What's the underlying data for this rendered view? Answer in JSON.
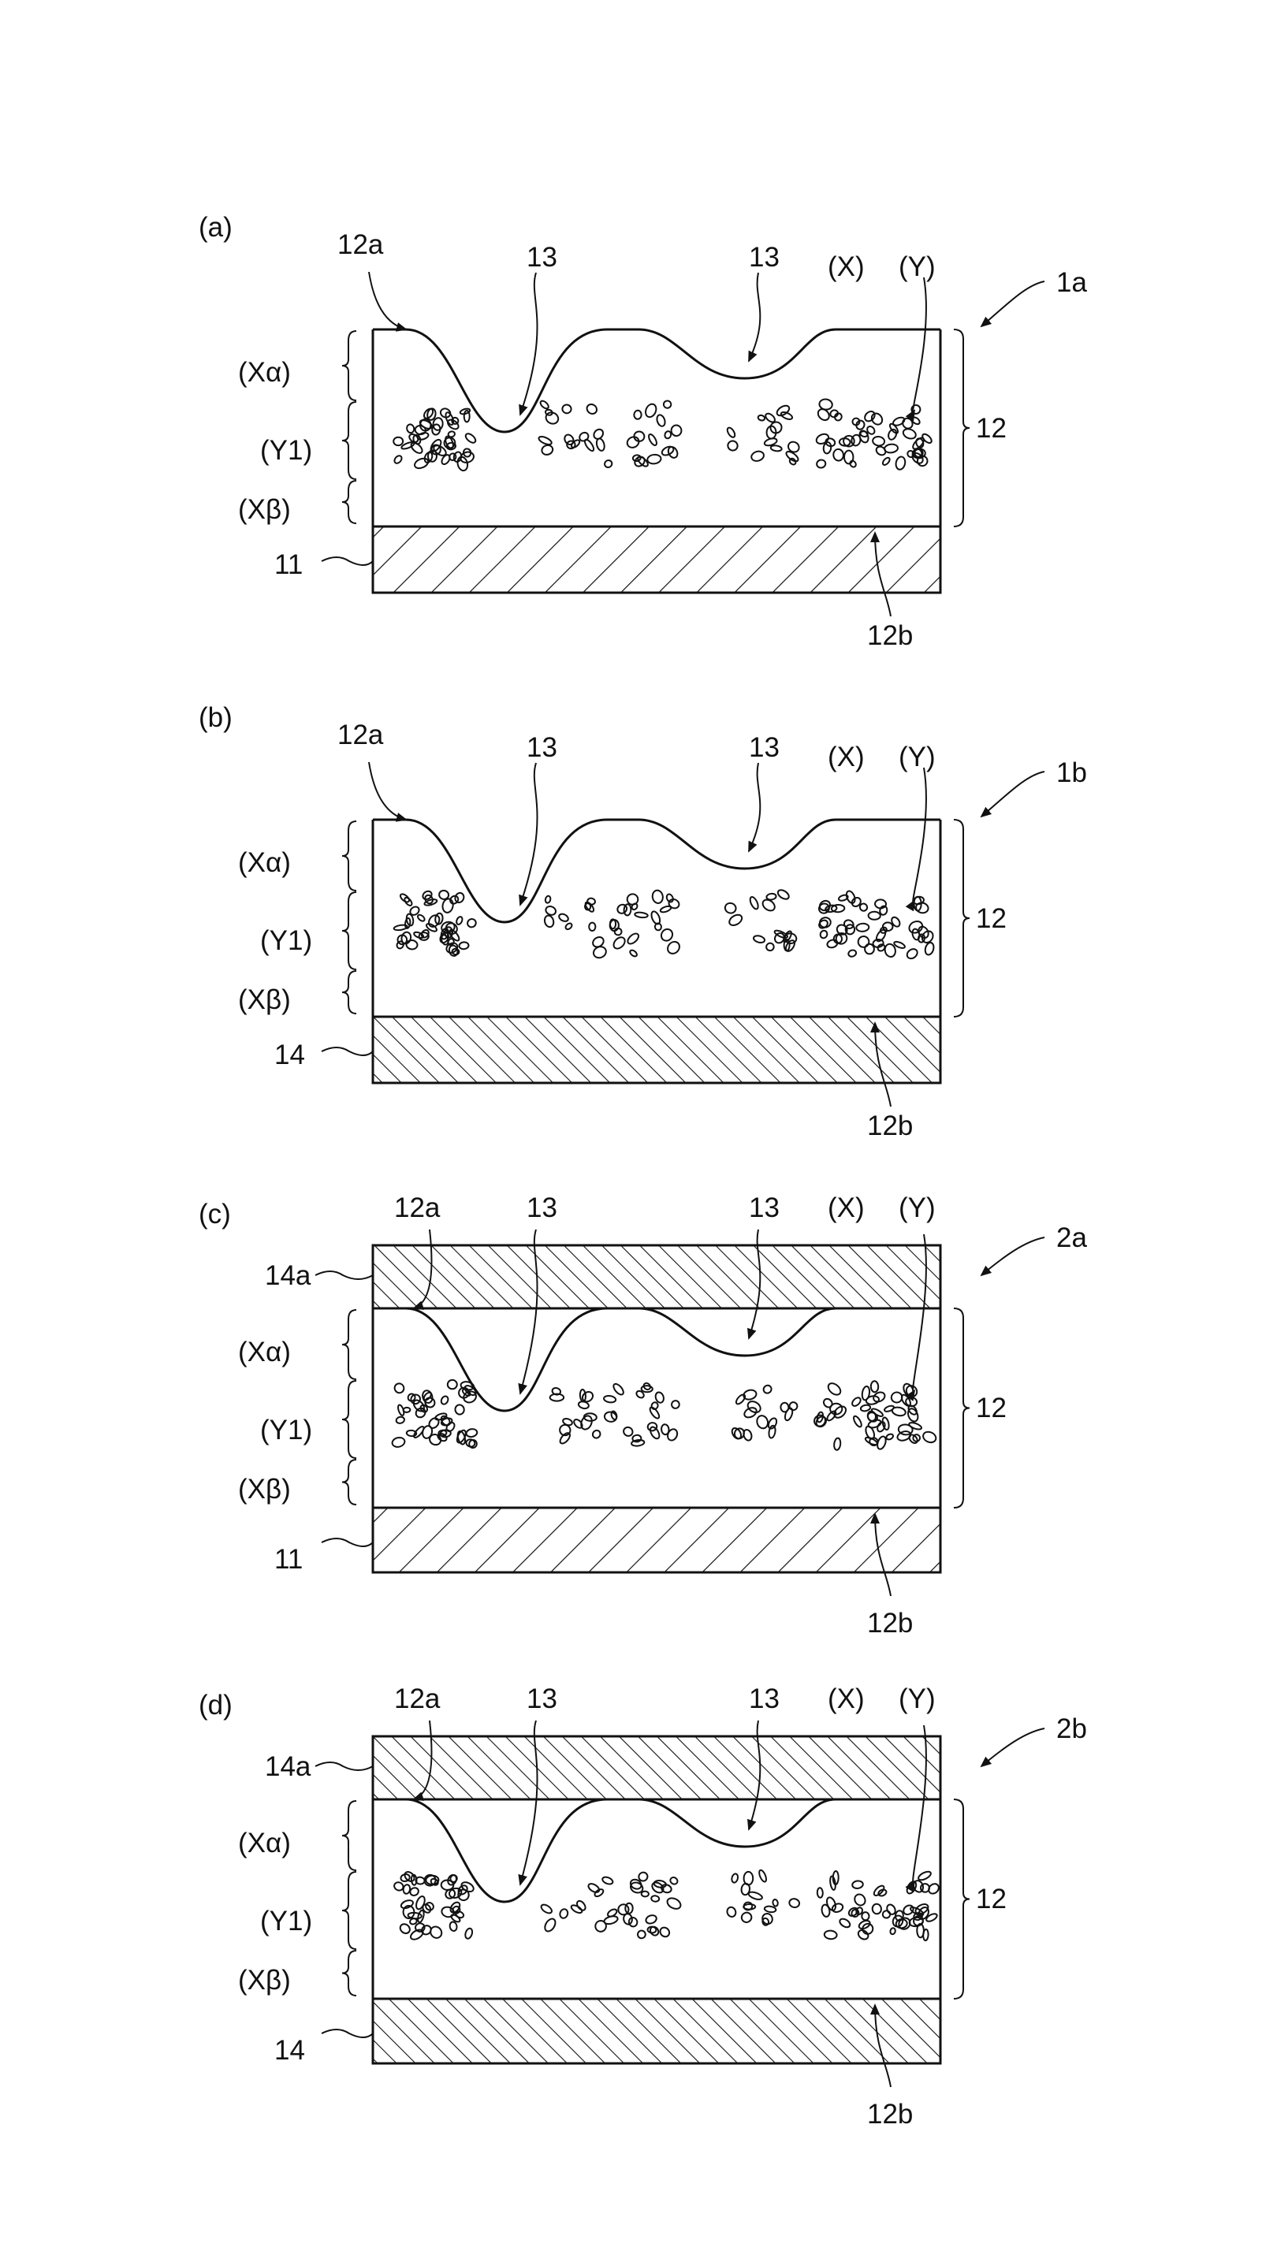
{
  "panels": [
    {
      "id": "a",
      "panel_label": "(a)",
      "surface_label": "12a",
      "recess_label_1": "13",
      "recess_label_2": "13",
      "x_label": "(X)",
      "y_label": "(Y)",
      "figure_ref": "1a",
      "layer_label": "12",
      "x_alpha": "(Xα)",
      "y1": "(Y1)",
      "x_beta": "(Xβ)",
      "interface_label": "12b",
      "top_sheet": null,
      "bottom_sheet": {
        "label": "11",
        "hatch": "coarse"
      }
    },
    {
      "id": "b",
      "panel_label": "(b)",
      "surface_label": "12a",
      "recess_label_1": "13",
      "recess_label_2": "13",
      "x_label": "(X)",
      "y_label": "(Y)",
      "figure_ref": "1b",
      "layer_label": "12",
      "x_alpha": "(Xα)",
      "y1": "(Y1)",
      "x_beta": "(Xβ)",
      "interface_label": "12b",
      "top_sheet": null,
      "bottom_sheet": {
        "label": "14",
        "hatch": "fine"
      }
    },
    {
      "id": "c",
      "panel_label": "(c)",
      "surface_label": "12a",
      "recess_label_1": "13",
      "recess_label_2": "13",
      "x_label": "(X)",
      "y_label": "(Y)",
      "figure_ref": "2a",
      "layer_label": "12",
      "x_alpha": "(Xα)",
      "y1": "(Y1)",
      "x_beta": "(Xβ)",
      "interface_label": "12b",
      "top_sheet": {
        "label": "14a",
        "hatch": "fine"
      },
      "bottom_sheet": {
        "label": "11",
        "hatch": "coarse"
      }
    },
    {
      "id": "d",
      "panel_label": "(d)",
      "surface_label": "12a",
      "recess_label_1": "13",
      "recess_label_2": "13",
      "x_label": "(X)",
      "y_label": "(Y)",
      "figure_ref": "2b",
      "layer_label": "12",
      "x_alpha": "(Xα)",
      "y1": "(Y1)",
      "x_beta": "(Xβ)",
      "interface_label": "12b",
      "top_sheet": {
        "label": "14a",
        "hatch": "fine"
      },
      "bottom_sheet": {
        "label": "14",
        "hatch": "fine"
      }
    }
  ],
  "colors": {
    "line": "#111111",
    "background": "#ffffff"
  }
}
